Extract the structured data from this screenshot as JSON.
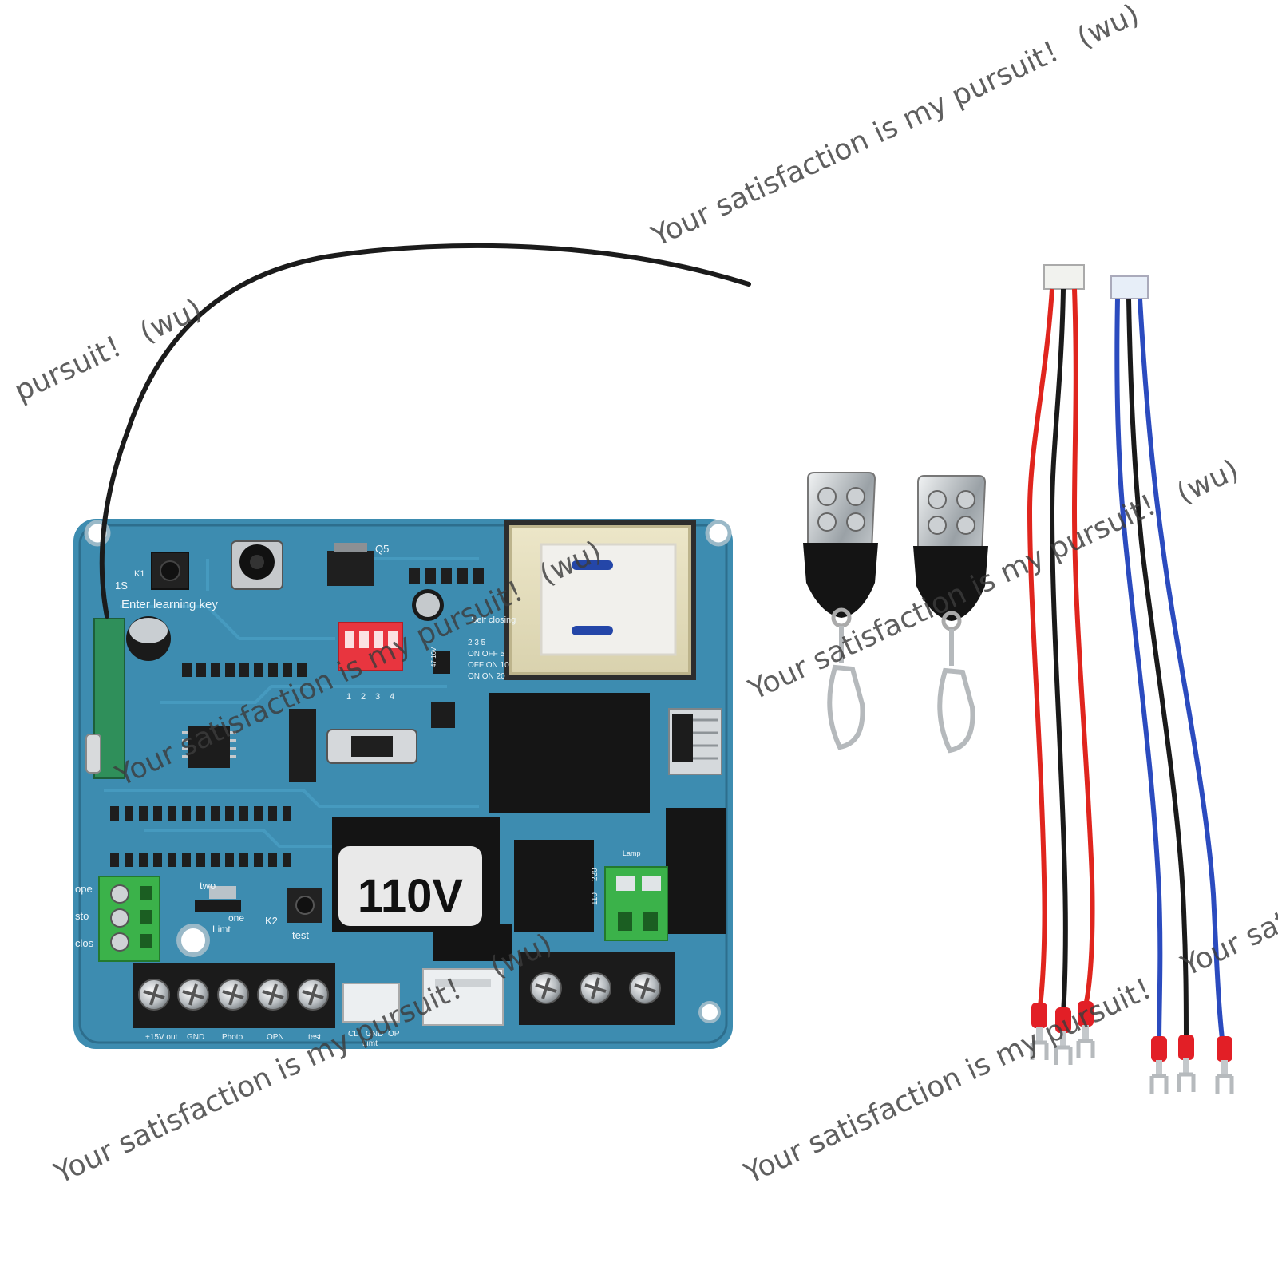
{
  "pcb": {
    "voltage_label": "110V",
    "enter_learning_key": "Enter learning key",
    "test_label": "test",
    "two_label": "two",
    "one_label": "one",
    "limt_label": "Limt",
    "self_closing_title": "Self closing",
    "self_closing_rows": [
      "2 3 5",
      "ON OFF 5",
      "OFF ON 10",
      "ON ON 20"
    ],
    "dip_numbers": [
      "1",
      "2",
      "3",
      "4"
    ],
    "terminals_left": [
      "+15V out",
      "GND",
      "Photo",
      "OPN",
      "test"
    ],
    "terminals_mid": [
      "CL",
      "GND",
      "OP"
    ],
    "terminal_mid_sub": "Limt",
    "terminals_side": [
      "ope",
      "sto",
      "clos"
    ],
    "power_labels": [
      "110",
      "220"
    ],
    "lamp_label": "Lamp",
    "k1": "K1",
    "k2": "K2",
    "q5": "Q5",
    "s1": "1S",
    "capacitor_label": "47 16V"
  },
  "watermarks": [
    "Your satisfaction is my pursuit！ (wu)",
    "pursuit！ (wu)",
    "(wu)",
    "Your satisfaction is my pursuit！",
    "(wu)",
    "Your satisfaction is my pursuit！",
    "Your satisfaction is my pursuit！",
    "(wu)",
    "Your satisfaction is my pursuit！",
    "Your satisfaction is my pursuit！"
  ],
  "colors": {
    "pcb": "#3d8cb0",
    "pcb_dark": "#2d6e8d",
    "wire_red": "#e0251e",
    "wire_black": "#1a1a1a",
    "wire_blue": "#2b4bbf",
    "terminal_green": "#3bb24a",
    "chrome": "#c8cdd1"
  }
}
